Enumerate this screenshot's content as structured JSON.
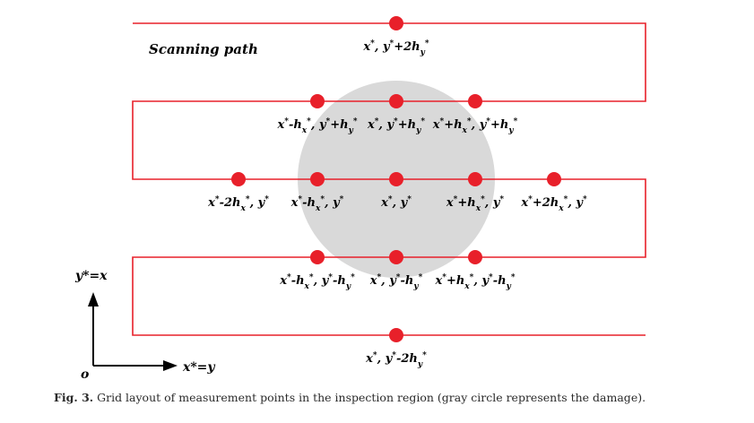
{
  "scanning_path_label": "Scanning path",
  "colors": {
    "path": "#e8202a",
    "point": "#e8202a",
    "damage": "#d9d9d9",
    "text": "#000000"
  },
  "points": [
    {
      "id": "p-top",
      "col": 0,
      "row": 2,
      "label": "x*, y*+2hy*"
    },
    {
      "id": "p-ul",
      "col": -1,
      "row": 1,
      "label": "x*-hx*, y*+hy*"
    },
    {
      "id": "p-uc",
      "col": 0,
      "row": 1,
      "label": "x*, y*+hy*"
    },
    {
      "id": "p-ur",
      "col": 1,
      "row": 1,
      "label": "x*+hx*, y*+hy*"
    },
    {
      "id": "p-l2",
      "col": -2,
      "row": 0,
      "label": "x*-2hx*, y*"
    },
    {
      "id": "p-l1",
      "col": -1,
      "row": 0,
      "label": "x*-hx*, y*"
    },
    {
      "id": "p-c",
      "col": 0,
      "row": 0,
      "label": "x*, y*"
    },
    {
      "id": "p-r1",
      "col": 1,
      "row": 0,
      "label": "x*+hx*, y*"
    },
    {
      "id": "p-r2",
      "col": 2,
      "row": 0,
      "label": "x*+2hx*, y*"
    },
    {
      "id": "p-ll",
      "col": -1,
      "row": -1,
      "label": "x*-hx*, y*-hy*"
    },
    {
      "id": "p-lc",
      "col": 0,
      "row": -1,
      "label": "x*, y*-hy*"
    },
    {
      "id": "p-lr",
      "col": 1,
      "row": -1,
      "label": "x*+hx*, y*-hy*"
    },
    {
      "id": "p-bot",
      "col": 0,
      "row": -2,
      "label": "x*, y*-2hy*"
    }
  ],
  "axes": {
    "origin_label": "o",
    "y_label": "y*=x",
    "x_label": "x*=y"
  },
  "caption": {
    "fig_label": "Fig. 3.",
    "text": "Grid layout of measurement points in the inspection region (gray circle represents the damage)."
  }
}
